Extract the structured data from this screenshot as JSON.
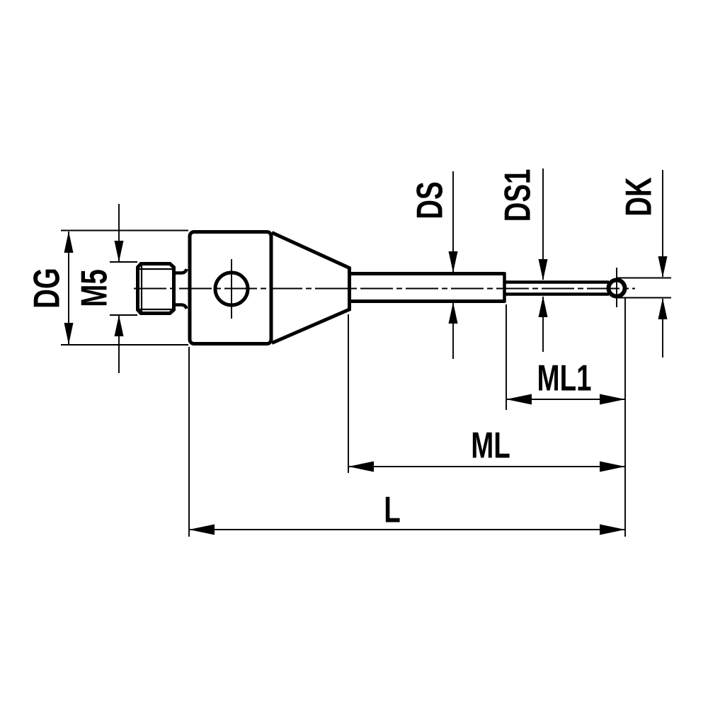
{
  "drawing": {
    "labels": {
      "dg": "DG",
      "m5": "M5",
      "ds": "DS",
      "ds1": "DS1",
      "dk": "DK",
      "ml1": "ML1",
      "ml": "ML",
      "l": "L"
    },
    "colors": {
      "line": "#000000",
      "background": "#ffffff"
    }
  }
}
